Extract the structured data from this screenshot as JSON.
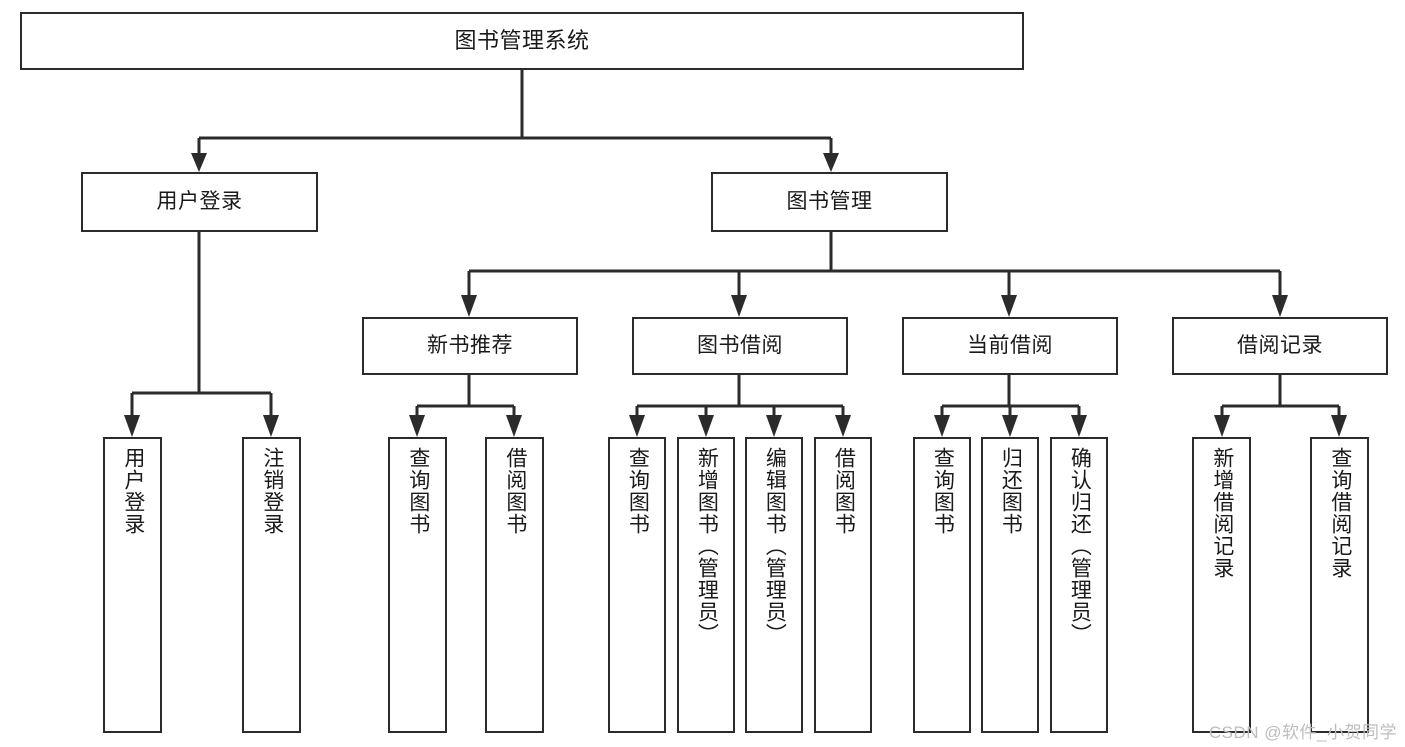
{
  "diagram": {
    "kind": "tree-hierarchy-chart",
    "watermark": "CSDN @软件_小贺同学",
    "root": {
      "label": "图书管理系统"
    },
    "level2": [
      {
        "label": "用户登录"
      },
      {
        "label": "图书管理"
      }
    ],
    "level3": [
      {
        "label": "新书推荐"
      },
      {
        "label": "图书借阅"
      },
      {
        "label": "当前借阅"
      },
      {
        "label": "借阅记录"
      }
    ],
    "leaves": {
      "user_login": [
        {
          "label": "用户登录"
        },
        {
          "label": "注销登录"
        }
      ],
      "new_book_recommend": [
        {
          "label": "查询图书"
        },
        {
          "label": "借阅图书"
        }
      ],
      "book_borrow": [
        {
          "label": "查询图书"
        },
        {
          "label": "新增图书（管理员）"
        },
        {
          "label": "编辑图书（管理员）"
        },
        {
          "label": "借阅图书"
        }
      ],
      "current_borrow": [
        {
          "label": "查询图书"
        },
        {
          "label": "归还图书"
        },
        {
          "label": "确认归还（管理员）"
        }
      ],
      "borrow_record": [
        {
          "label": "新增借阅记录"
        },
        {
          "label": "查询借阅记录"
        }
      ]
    },
    "colors": {
      "stroke": "#2b2b2b",
      "fill": "#ffffff",
      "text": "#1a1a1a",
      "watermark": "#bdbdbd"
    }
  }
}
